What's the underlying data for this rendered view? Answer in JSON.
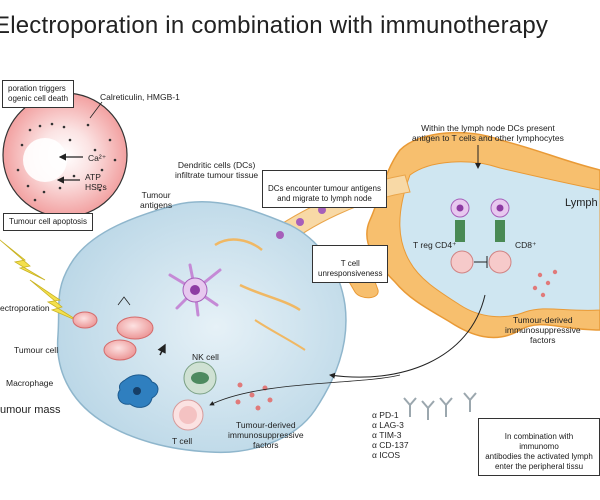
{
  "title": "Electroporation in combination with immunotherapy",
  "labels": {
    "icd_box": "poration triggers\nogenic cell death",
    "calreticulin": "Calreticulin, HMGB-1",
    "ca": "Ca²⁺",
    "atp_hsps": "ATP\nHSPs",
    "apoptosis_box": "Tumour cell apoptosis",
    "electroporation": "ectroporation",
    "tumour_cell": "Tumour cell",
    "macrophage": "Macrophage",
    "tumour_mass": "umour mass",
    "tumour_antigens": "Tumour\nantigens",
    "dcs_infiltrate": "Dendritic cells (DCs)\ninfiltrate tumour tissue",
    "dcs_encounter_box": "DCs encounter tumour antigens\nand migrate to lymph node",
    "lymph_node_note": "Within the lymph node DCs present\nantigen to T cells and other lymphocytes",
    "lymph": "Lymph",
    "treg": "T reg CD4⁺",
    "cd8": "CD8⁺",
    "t_cell_unresp_box": "T cell\nunresponsiveness",
    "tumour_derived_right": "Tumour-derived\nimmunosuppressive\nfactors",
    "nk_cell": "NK cell",
    "t_cell": "T cell",
    "tumour_derived_bottom": "Tumour-derived\nimmunosuppressive\nfactors",
    "checkpoints": "α PD-1\nα LAG-3\nα TIM-3\nα CD-137\nα ICOS",
    "combination_box": "In combination with immunomo\nantibodies the activated lymph\nenter the peripheral tissu"
  }
}
